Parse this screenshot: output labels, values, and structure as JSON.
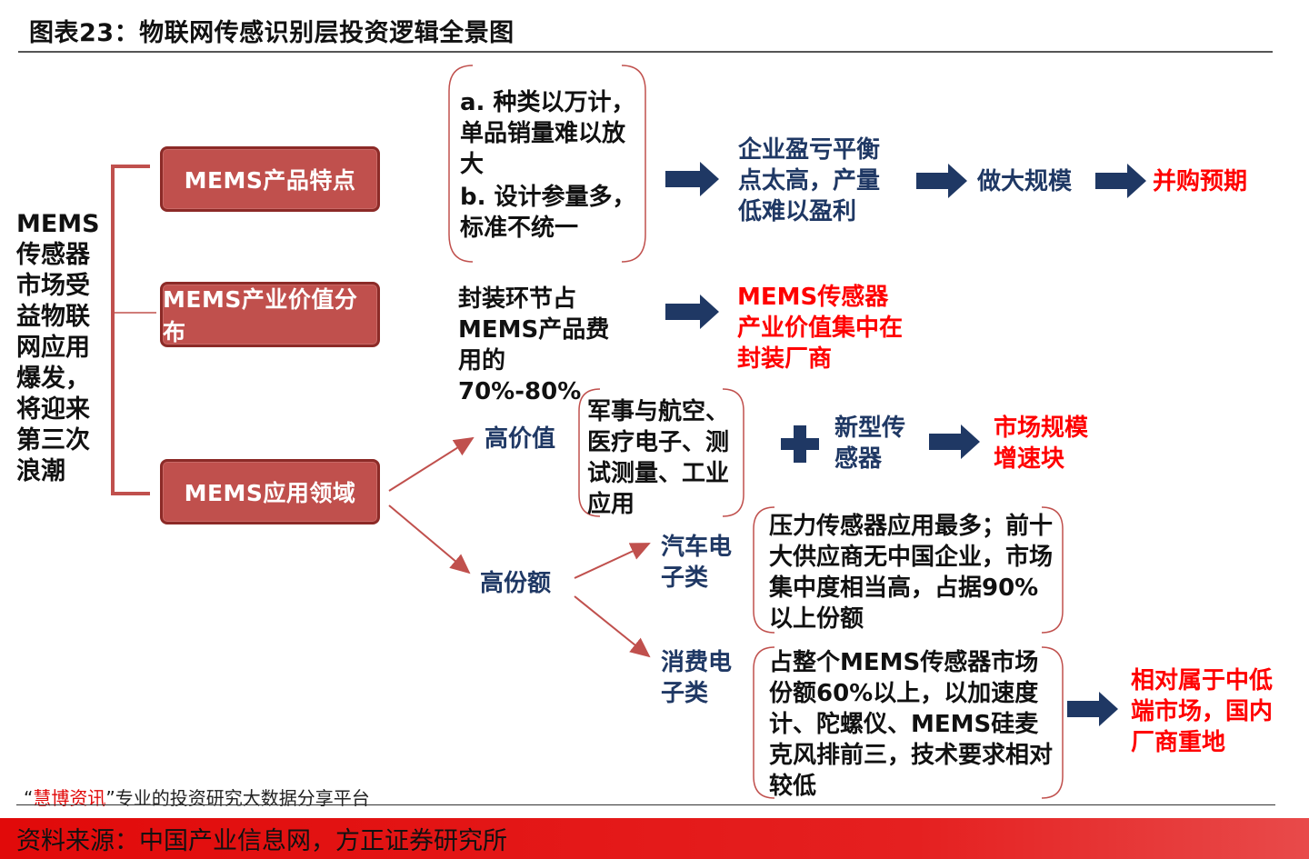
{
  "title": "图表23：物联网传感识别层投资逻辑全景图",
  "sidebar": {
    "label": "MEMS传感器市场受益物联网应用爆发，将迎来第三次浪潮"
  },
  "nodes": {
    "product_features": "MEMS产品特点",
    "value_distribution": "MEMS产业价值分布",
    "application_fields": "MEMS应用领域"
  },
  "row1": {
    "box_a": "a. 种类以万计，单品销量难以放大",
    "box_b": "b. 设计参量多，标准不统一",
    "result": "企业盈亏平衡点太高，产量低难以盈利",
    "step": "做大规模",
    "final": "并购预期"
  },
  "row2": {
    "text": "封装环节占MEMS产品费用的70%-80%",
    "result": "MEMS传感器产业价值集中在封装厂商"
  },
  "row3": {
    "high_value": "高价值",
    "high_value_box": "军事与航空、医疗电子、测试测量、工业应用",
    "new_sensor": "新型传感器",
    "result": "市场规模增速块"
  },
  "row4": {
    "high_share": "高份额",
    "auto": "汽车电子类",
    "auto_box": "压力传感器应用最多；前十大供应商无中国企业，市场集中度相当高，占据90%以上份额",
    "consumer": "消费电子类",
    "consumer_box": "占整个MEMS传感器市场份额60%以上，以加速度计、陀螺仪、MEMS硅麦克风排前三，技术要求相对较低",
    "result": "相对属于中低端市场，国内厂商重地"
  },
  "footer": {
    "promo_prefix": "“",
    "promo_highlight": "慧博资讯",
    "promo_suffix": "”专业的投资研究大数据分享平台",
    "source": "资料来源：中国产业信息网，方正证券研究所"
  },
  "colors": {
    "pill_fill": "#c0504d",
    "pill_border": "#8c2a27",
    "navy": "#1f3864",
    "red_text": "#ff0000",
    "brace": "#c0504d",
    "arrow": "#1f3864"
  }
}
